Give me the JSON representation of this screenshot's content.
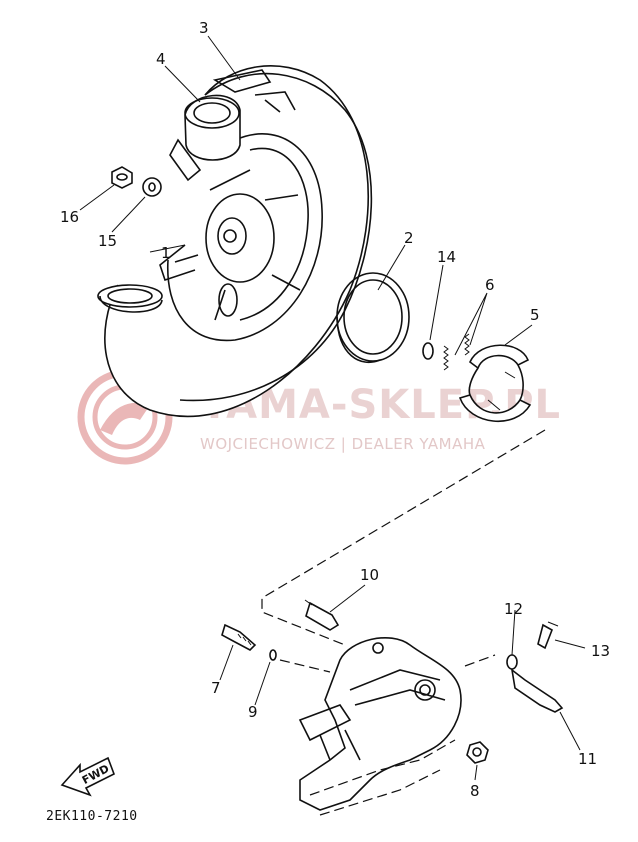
{
  "watermark": {
    "title": "YAMA-SKLEP.PL",
    "subtitle": "WOJCIECHOWICZ | DEALER YAMAHA",
    "logo_color": "#e9b5b5"
  },
  "diagram_code": "2EK110-7210",
  "fwd_label": "FWD",
  "callouts": [
    "1",
    "2",
    "3",
    "4",
    "5",
    "6",
    "7",
    "8",
    "9",
    "10",
    "11",
    "12",
    "13",
    "14",
    "15",
    "16"
  ]
}
